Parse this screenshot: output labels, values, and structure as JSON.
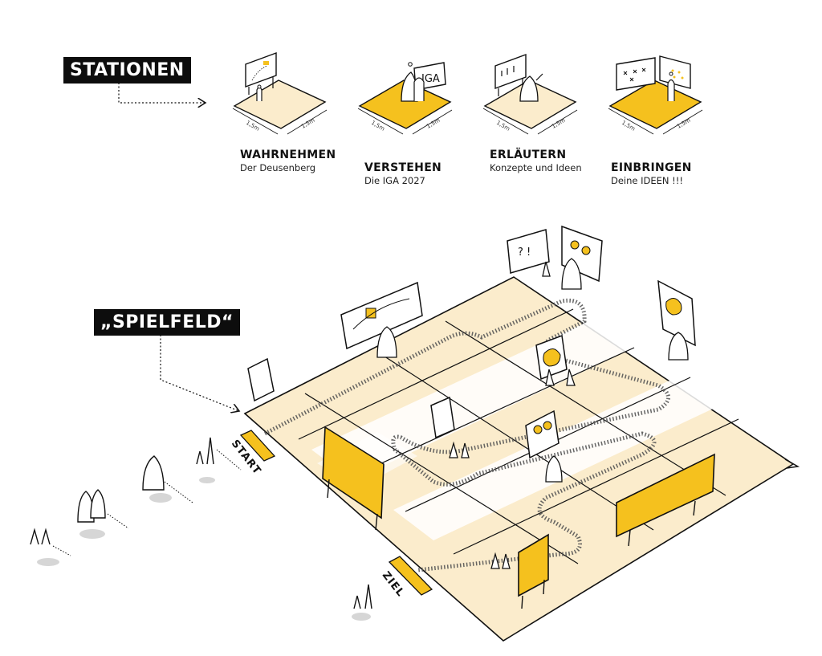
{
  "labels": {
    "stationen": "STATIONEN",
    "spielfeld": "„SPIELFELD“",
    "start": "START",
    "ziel": "ZIEL"
  },
  "stations": [
    {
      "title": "WAHRNEHMEN",
      "subtitle": "Der Deusenberg",
      "dim_left": "1,5m",
      "dim_right": "1,5m",
      "board": "",
      "filled": false
    },
    {
      "title": "VERSTEHEN",
      "subtitle": "Die IGA 2027",
      "dim_left": "1,5m",
      "dim_right": "1,5m",
      "board": "IGA",
      "filled": true
    },
    {
      "title": "ERLÄUTERN",
      "subtitle": "Konzepte und Ideen",
      "dim_left": "1,5m",
      "dim_right": "1,5m",
      "board": "",
      "filled": false
    },
    {
      "title": "EINBRINGEN",
      "subtitle": "Deine IDEEN !!!",
      "dim_left": "1,5m",
      "dim_right": "1,5m",
      "board": "",
      "filled": true
    }
  ],
  "field_boards": {
    "question_board": "? !"
  },
  "colors": {
    "accent": "#f5c11e",
    "pale": "#fbeccc",
    "ink": "#111111",
    "shadow": "#d6d6d6"
  }
}
